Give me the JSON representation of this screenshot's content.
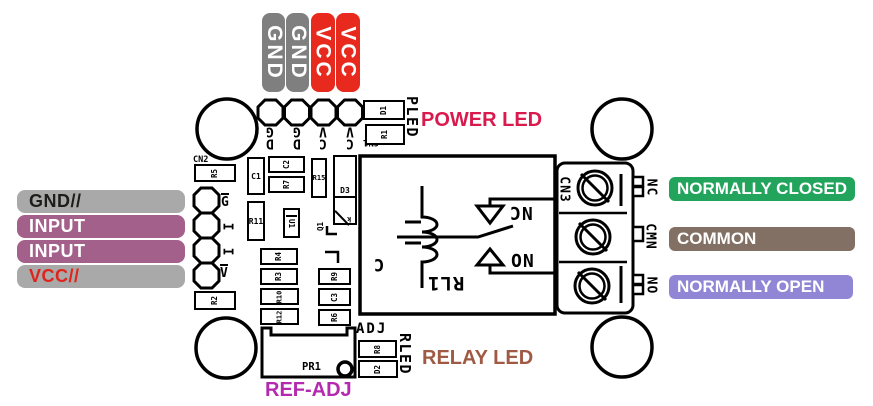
{
  "top_pins": [
    {
      "label": "GND",
      "bg": "#7f7f7f"
    },
    {
      "label": "GND",
      "bg": "#7f7f7f"
    },
    {
      "label": "VCC",
      "bg": "#e8291d"
    },
    {
      "label": "VCC",
      "bg": "#e8291d"
    }
  ],
  "left_pins": [
    {
      "label": "GND//",
      "bg": "#a9a9a9",
      "fg": "#1d1d1b"
    },
    {
      "label": "INPUT",
      "bg": "#a3608a",
      "fg": "#ffffff"
    },
    {
      "label": "INPUT",
      "bg": "#a3608a",
      "fg": "#ffffff"
    },
    {
      "label": "VCC//",
      "bg": "#a9a9a9",
      "fg": "#e0231c"
    }
  ],
  "right_pins": [
    {
      "label": "NORMALLY CLOSED",
      "bg": "#22a45c"
    },
    {
      "label": "COMMON",
      "bg": "#837065"
    },
    {
      "label": "NORMALLY OPEN",
      "bg": "#9186d6"
    }
  ],
  "annotations": {
    "power_led": {
      "label": "POWER LED",
      "color": "#d91a4d"
    },
    "relay_led": {
      "label": "RELAY LED",
      "color": "#a05a43"
    },
    "ref_adj": {
      "label": "REF-ADJ",
      "color": "#b32ab0"
    }
  },
  "silkscreen": {
    "cn1": "CN1",
    "cn2": "CN2",
    "cn3": "CN3",
    "pled": "PLED",
    "rled": "RLED",
    "adj": "ADJ",
    "pr1": "PR1",
    "relay": {
      "ref": "RL1",
      "coil": "C",
      "nc": "NC",
      "no": "NO",
      "cathode": "k"
    },
    "terminal_pins": [
      "NC",
      "CMN",
      "NO"
    ],
    "top_pad_labels": [
      [
        "G",
        "D"
      ],
      [
        "G",
        "D"
      ],
      [
        "V",
        "C"
      ],
      [
        "V",
        "C"
      ]
    ],
    "left_pad_labels": [
      "G",
      "I",
      "I",
      "V"
    ],
    "components": {
      "r1": "R1",
      "r2": "R2",
      "r3": "R3",
      "r4": "R4",
      "r5": "R5",
      "r6": "R6",
      "r7": "R7",
      "r8": "R8",
      "r9": "R9",
      "r10": "R10",
      "r11": "R11",
      "r12": "R12",
      "r15": "R15",
      "c1": "C1",
      "c2": "C2",
      "c3": "C3",
      "d1": "D1",
      "d2": "D2",
      "d3": "D3",
      "u1": "U1",
      "q1": "Q1"
    }
  }
}
